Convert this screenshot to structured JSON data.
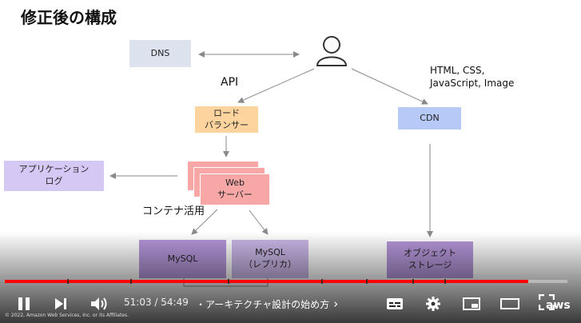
{
  "slide": {
    "title": "修正後の構成",
    "api_label": "API",
    "cdn_content_label": "HTML, CSS,\nJavaScript, Image",
    "container_label": "コンテナ活用",
    "boxes": {
      "dns": "DNS",
      "load_balancer": "ロード\nバランサー",
      "web_server": "Web\nサーバー",
      "app_log": "アプリケーション\nログ",
      "cdn": "CDN",
      "mysql": "MySQL",
      "mysql_replica": "MySQL\n（レプリカ）",
      "object_storage": "オブジェクト\nストレージ"
    },
    "colors": {
      "dns": "#dde3ee",
      "load_balancer": "#fdd49e",
      "web_server": "#f8a7a7",
      "app_log": "#d6c8f5",
      "cdn": "#b7c9f7",
      "mysql": "#b496d9",
      "mysql_replica": "#c9b6e6",
      "object_storage": "#b496d9"
    }
  },
  "player": {
    "time_current": "51:03",
    "time_separator": " / ",
    "time_total": "54:49",
    "chapter_prefix": "・",
    "chapter_title": "アーキテクチャ設計の始め方",
    "chapter_chevron": "›",
    "progress_fraction": 0.931,
    "copyright": "© 2022, Amazon Web Services, Inc. or its Affiliates.",
    "brand": "aws",
    "icons": [
      "pause-icon",
      "next-icon",
      "volume-icon",
      "subtitles-icon",
      "settings-icon",
      "miniplayer-icon",
      "theater-icon",
      "fullscreen-icon"
    ]
  }
}
